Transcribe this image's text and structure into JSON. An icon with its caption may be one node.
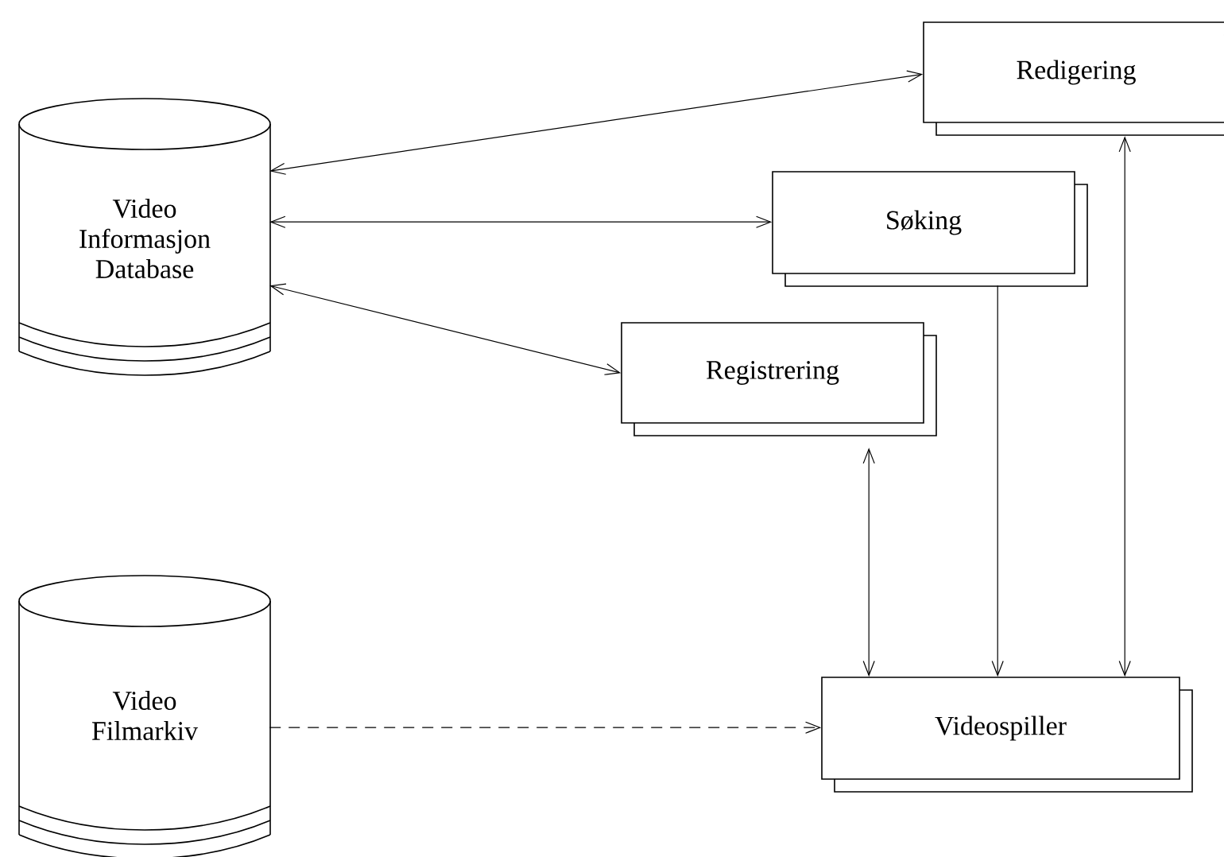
{
  "diagram": {
    "nodes": [
      {
        "text": [
          "Video Informasjon Database"
        ]
      },
      {
        "text": [
          "Video Filmarkiv"
        ]
      },
      {
        "text": [
          "Redigering"
        ]
      },
      {
        "text": [
          "Søking"
        ]
      },
      {
        "text": [
          "Registrering"
        ]
      },
      {
        "text": [
          "Videospiller"
        ]
      }
    ],
    "edges": [
      {
        "from": 0,
        "to": 2,
        "arrow": "both"
      },
      {
        "from": 0,
        "to": 3,
        "arrow": "both"
      },
      {
        "from": 0,
        "to": 4,
        "arrow": "both"
      },
      {
        "from": 4,
        "to": 5,
        "arrow": "both"
      },
      {
        "from": 3,
        "to": 5,
        "arrow": "to"
      },
      {
        "from": 2,
        "to": 5,
        "arrow": "both"
      },
      {
        "from": 1,
        "to": 5,
        "arrow": "to",
        "style": "dashed"
      }
    ]
  }
}
